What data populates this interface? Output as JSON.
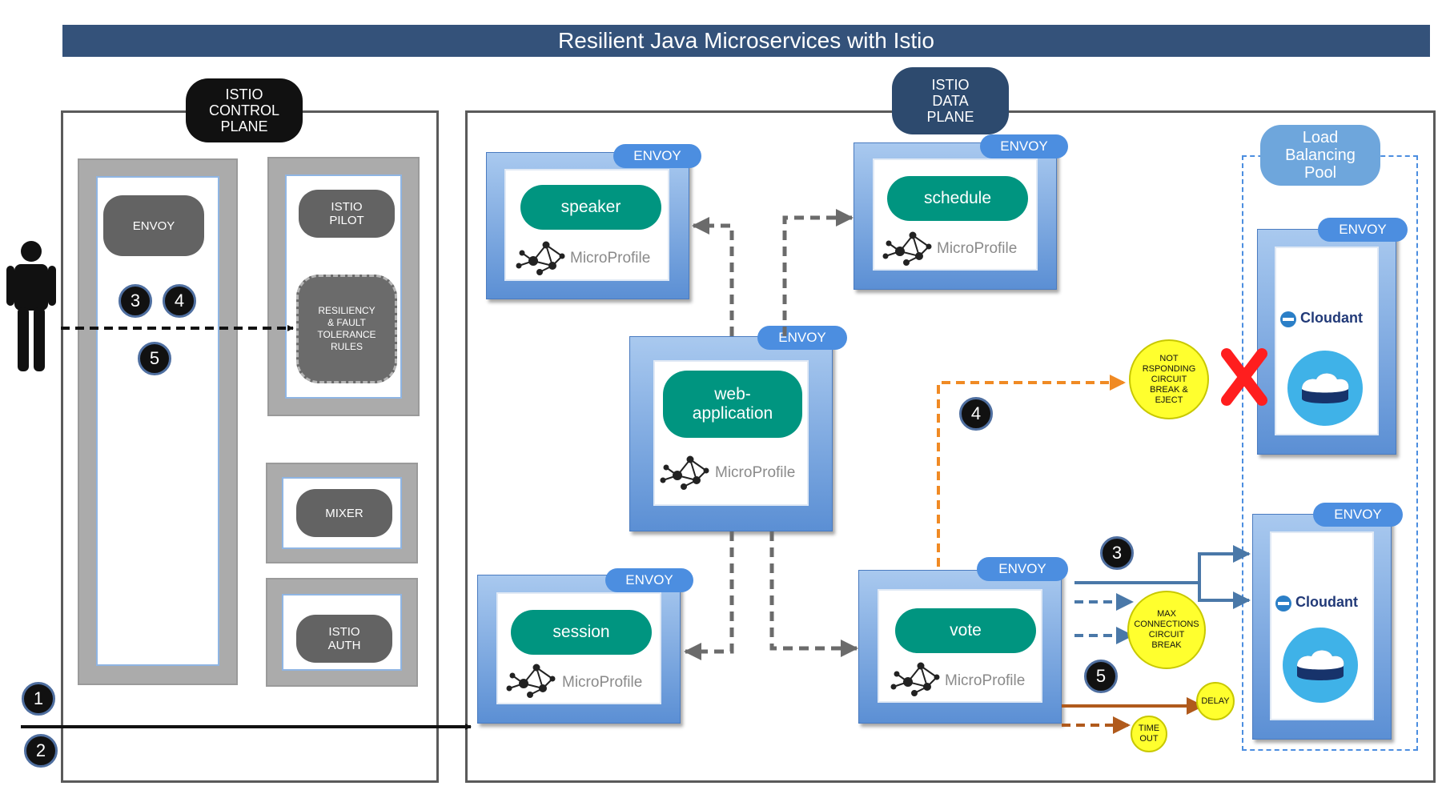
{
  "title": "Resilient Java Microservices with Istio",
  "control_plane": {
    "label": "ISTIO\nCONTROL\nPLANE",
    "envoy": "ENVOY",
    "pilot": "ISTIO\nPILOT",
    "rules": "RESILIENCY\n& FAULT\nTOLERANCE\nRULES",
    "mixer": "MIXER",
    "auth": "ISTIO\nAUTH"
  },
  "data_plane": {
    "label": "ISTIO\nDATA\nPLANE"
  },
  "load_balancing_pool": "Load\nBalancing\nPool",
  "envoy_label": "ENVOY",
  "microprofile_label": "MicroProfile",
  "services": {
    "speaker": "speaker",
    "schedule": "schedule",
    "web_application": "web-\napplication",
    "session": "session",
    "vote": "vote"
  },
  "cloudant_label": "Cloudant",
  "callouts": {
    "not_responding": "NOT\nRSPONDING\nCIRCUIT\nBREAK &\nEJECT",
    "max_connections": "MAX\nCONNECTIONS\nCIRCUIT\nBREAK",
    "delay": "DELAY",
    "timeout": "TIME\nOUT"
  },
  "steps": {
    "one": "1",
    "two": "2",
    "three": "3",
    "four": "4",
    "five": "5"
  },
  "colors": {
    "title_bar": "#34527a",
    "teal": "#009580",
    "envoy_blue": "#4c8ee0",
    "orange": "#f08a24",
    "steel_blue": "#4a78a8",
    "brown": "#b05a1c",
    "callout_yellow": "#ffff2e",
    "eject_red": "#ff1e1e"
  }
}
